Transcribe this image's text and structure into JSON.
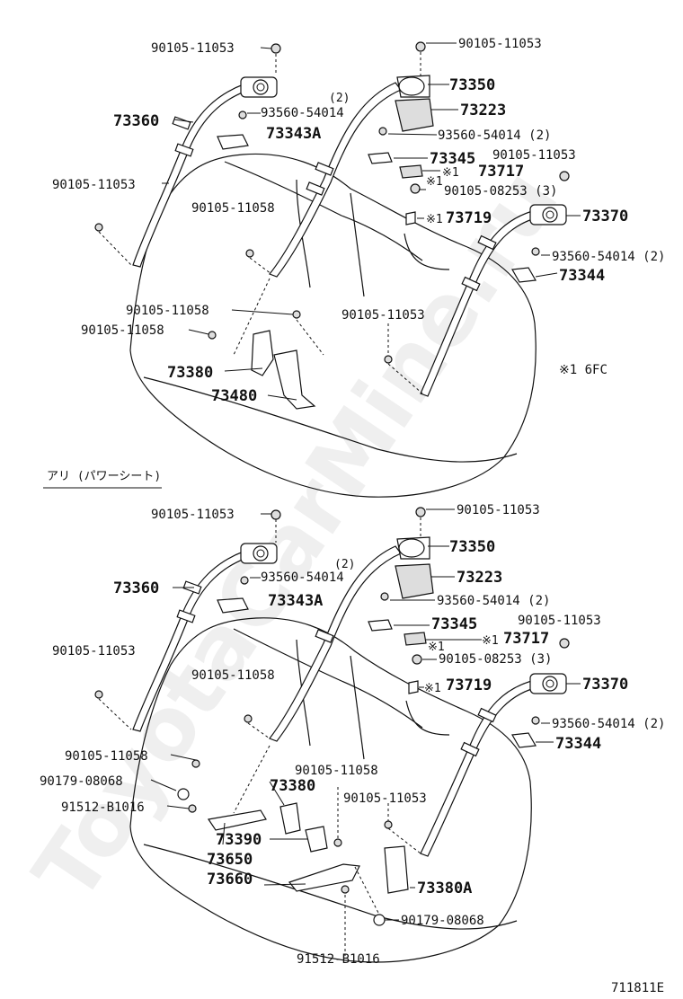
{
  "diagram": {
    "section_title": "アリ (パワーシート)",
    "watermark": "ToyotaCarMine.ru",
    "note_text": "※1  6FC",
    "figure_id": "711811E",
    "top": {
      "p_90105_11053_a": "90105-11053",
      "p_90105_11053_b": "90105-11053",
      "p_73350": "73350",
      "p_73360": "73360",
      "p_93560_54014_2_qty": "(2)",
      "p_93560_54014_2": "93560-54014",
      "p_73223": "73223",
      "p_73343A": "73343A",
      "p_93560_54014_b": "93560-54014 (2)",
      "p_73345": "73345",
      "p_90105_11053_c": "90105-11053",
      "p_73717": "73717",
      "p_73717_mark": "※1",
      "p_90105_11053_d": "90105-11053",
      "p_90105_08253": "90105-08253 (3)",
      "p_90105_08253_mark": "※1",
      "p_90105_11058_a": "90105-11058",
      "p_73719": "73719",
      "p_73719_mark": "※1",
      "p_73370": "73370",
      "p_93560_54014_c": "93560-54014 (2)",
      "p_73344": "73344",
      "p_90105_11058_b": "90105-11058",
      "p_90105_11053_e": "90105-11053",
      "p_90105_11058_c": "90105-11058",
      "p_73380": "73380",
      "p_73480": "73480"
    },
    "bottom": {
      "p_90105_11053_a": "90105-11053",
      "p_90105_11053_b": "90105-11053",
      "p_73350": "73350",
      "p_73360": "73360",
      "p_93560_54014_qty": "(2)",
      "p_93560_54014": "93560-54014",
      "p_73223": "73223",
      "p_73343A": "73343A",
      "p_93560_54014_b": "93560-54014 (2)",
      "p_73345": "73345",
      "p_90105_11053_c": "90105-11053",
      "p_90105_11053_d": "90105-11053",
      "p_73717": "73717",
      "p_73717_mark": "※1",
      "p_90105_08253": "90105-08253 (3)",
      "p_90105_08253_mark": "※1",
      "p_90105_11058_a": "90105-11058",
      "p_73719": "73719",
      "p_73719_mark": "※1",
      "p_73370": "73370",
      "p_93560_54014_c": "93560-54014 (2)",
      "p_73344": "73344",
      "p_90105_11058_b": "90105-11058",
      "p_90105_11058_c": "90105-11058",
      "p_90179_08068_a": "90179-08068",
      "p_73380": "73380",
      "p_90105_11053_e": "90105-11053",
      "p_91512_B1016_a": "91512-B1016",
      "p_73390": "73390",
      "p_73650": "73650",
      "p_73660": "73660",
      "p_73380A": "73380A",
      "p_90179_08068_b": "90179-08068",
      "p_91512_B1016_b": "91512-B1016"
    }
  }
}
